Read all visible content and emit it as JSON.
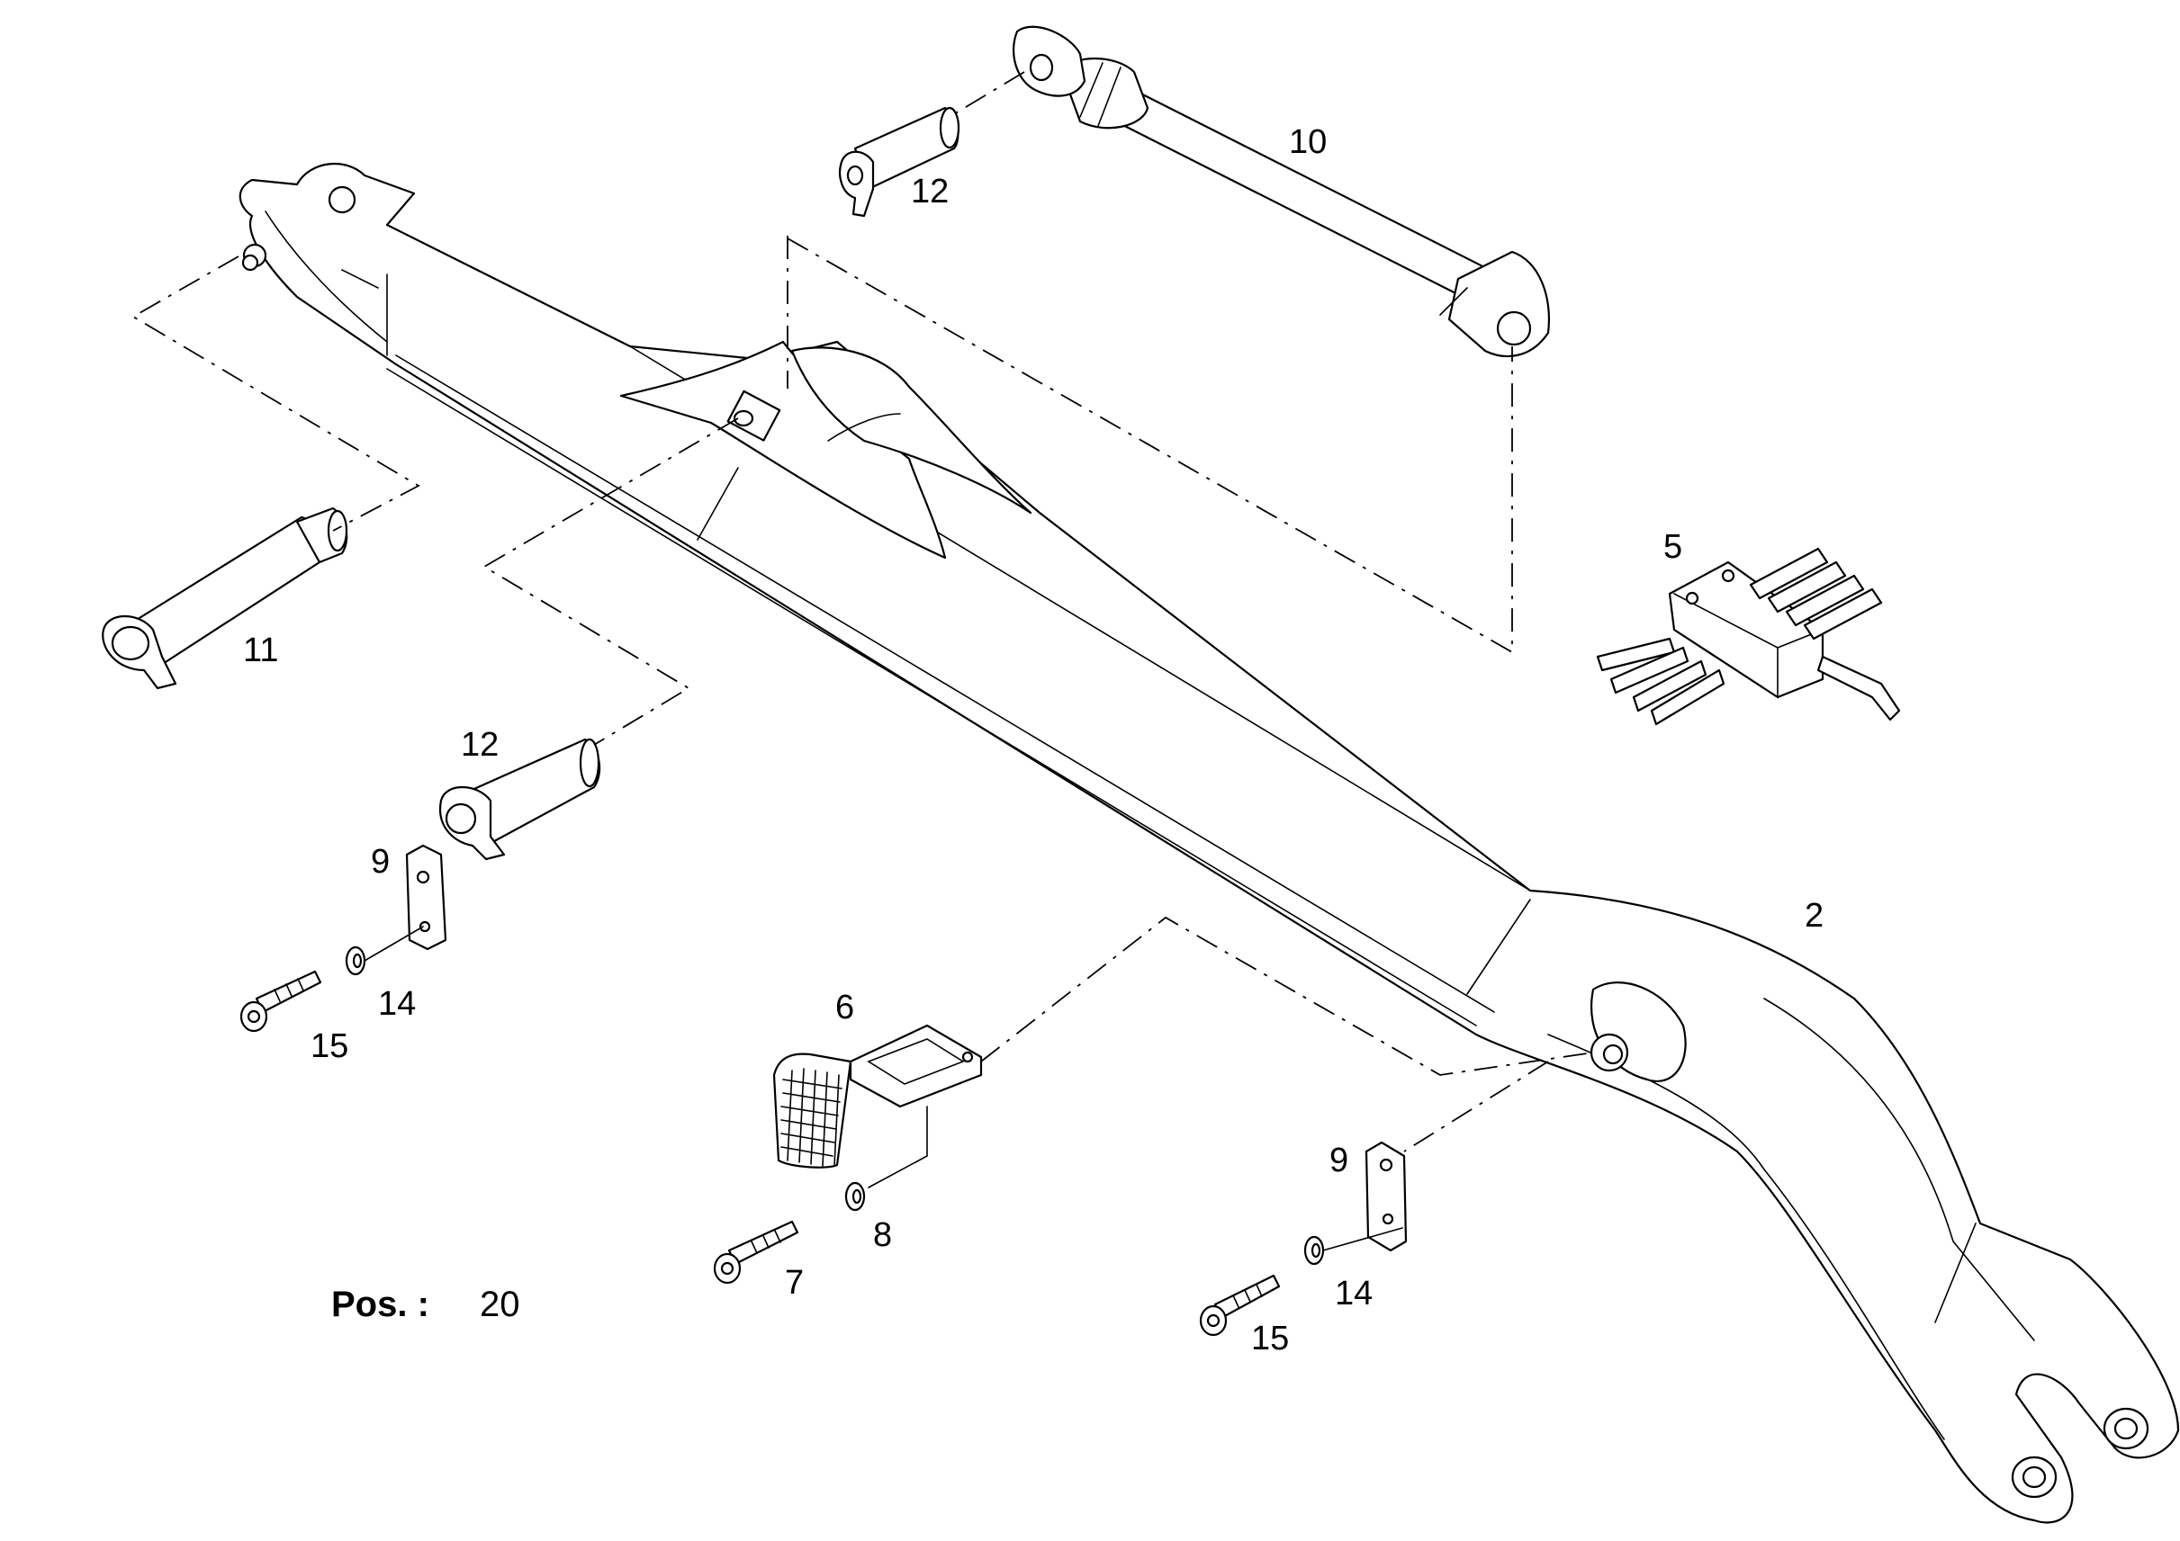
{
  "callouts": {
    "c2": "2",
    "c5": "5",
    "c6": "6",
    "c7": "7",
    "c8": "8",
    "c9a": "9",
    "c9b": "9",
    "c10": "10",
    "c11": "11",
    "c12a": "12",
    "c12b": "12",
    "c14a": "14",
    "c14b": "14",
    "c15a": "15",
    "c15b": "15"
  },
  "position": {
    "label": "Pos. :",
    "value": "20"
  }
}
